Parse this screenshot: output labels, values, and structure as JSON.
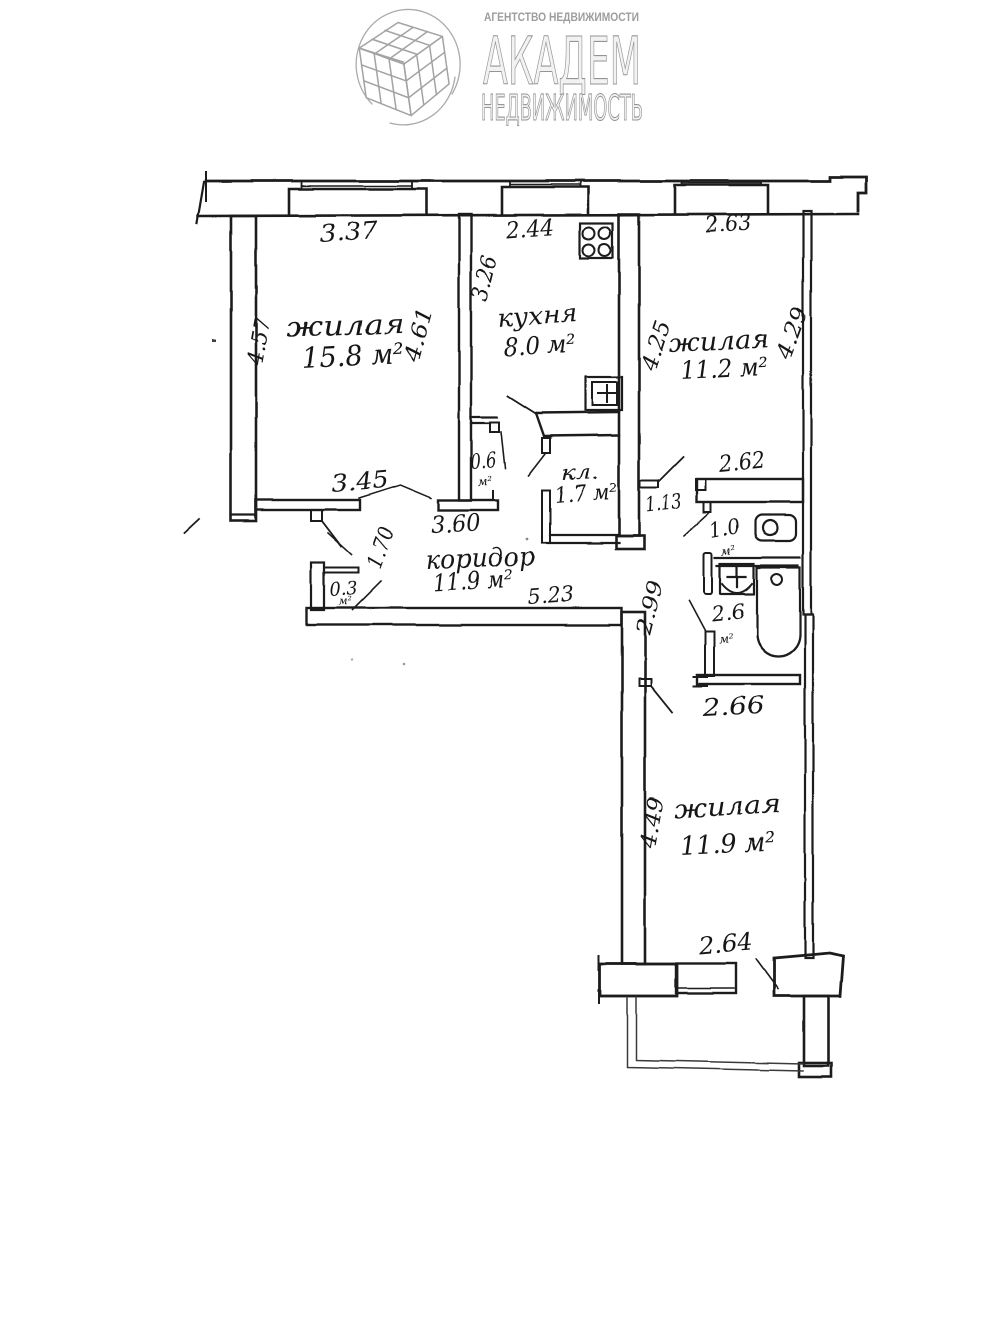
{
  "logo": {
    "agency_line": "АГЕНТСТВО НЕДВИЖИМОСТИ",
    "brand": "АКАДЕМ",
    "brand2": "НЕДВИЖИМОСТЬ",
    "color": "#9d9d9d",
    "cube_icon": "wireframe-cube"
  },
  "plan": {
    "ink_color": "#1d1d1d",
    "rooms": {
      "living1": {
        "label": "жилая",
        "area": "15.8 м²"
      },
      "kitchen": {
        "label": "кухня",
        "area": "8.0 м²"
      },
      "living2": {
        "label": "жилая",
        "area": "11.2 м²"
      },
      "living3": {
        "label": "жилая",
        "area": "11.9 м²"
      },
      "corridor": {
        "label": "коридор",
        "area": "11.9 м²"
      },
      "storeroom": {
        "label": "кл.",
        "area": "1.7 м²"
      },
      "pantry": {
        "value": "0.6",
        "unit": "м²"
      },
      "wc": {
        "value": "1.0",
        "unit": "м²"
      },
      "bathroom": {
        "value": "2.6",
        "unit": "м²"
      },
      "niche": {
        "value": "0.3",
        "unit": "м²"
      }
    },
    "dims": {
      "living1_top": "3.37",
      "kitchen_top": "2.44",
      "living2_top": "2.63",
      "living1_left": "4.57",
      "living1_right": "4.61",
      "kitchen_left": "3.26",
      "living2_left": "4.25",
      "living2_right": "4.29",
      "living1_bottom": "3.45",
      "corridor_top": "3.60",
      "wc_top": "2.62",
      "passage_width": "1.13",
      "niche_side": "1.70",
      "corridor_bottom": "5.23",
      "passage_height": "2.99",
      "living3_top": "2.66",
      "living3_left": "4.49",
      "living3_bottom": "2.64"
    },
    "fixtures": [
      "stove",
      "kitchen-sink",
      "toilet",
      "washbasin",
      "bathtub"
    ]
  }
}
